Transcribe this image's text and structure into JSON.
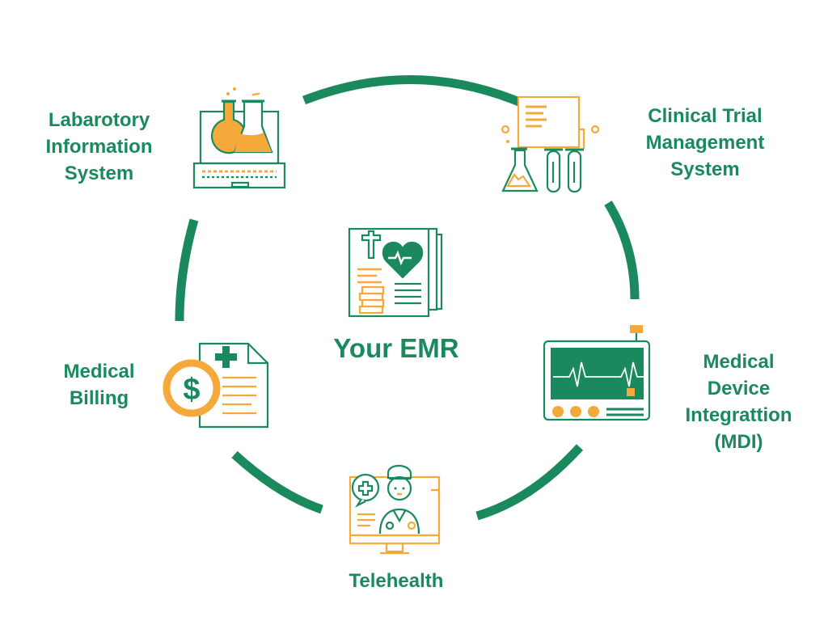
{
  "center": {
    "title": "Your EMR"
  },
  "nodes": {
    "lab": {
      "lines": [
        "Labarotory",
        "Information",
        "System"
      ]
    },
    "ctms": {
      "lines": [
        "Clinical Trial",
        "Management",
        "System"
      ]
    },
    "mdi": {
      "lines": [
        "Medical",
        "Device",
        "Integrattion",
        "(MDI)"
      ]
    },
    "telehealth": {
      "lines": [
        "Telehealth"
      ]
    },
    "billing": {
      "lines": [
        "Medical",
        "Billing"
      ]
    }
  },
  "colors": {
    "green": "#1a8a5e",
    "orange": "#f5a93b",
    "white": "#ffffff"
  },
  "icons": {
    "center": "medical-record-icon",
    "lab": "laptop-flasks-icon",
    "ctms": "clipboard-test-tubes-icon",
    "mdi": "heart-monitor-icon",
    "telehealth": "doctor-video-call-icon",
    "billing": "medical-bill-dollar-icon"
  }
}
